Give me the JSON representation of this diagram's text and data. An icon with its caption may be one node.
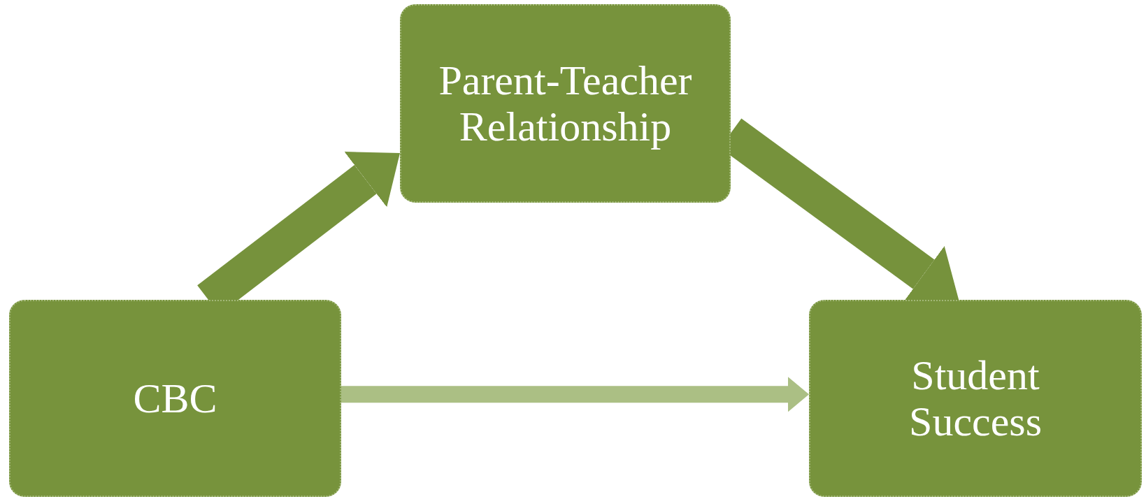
{
  "diagram": {
    "nodes": [
      {
        "text": [
          "Parent-Teacher Relationship"
        ]
      },
      {
        "text": [
          "CBC"
        ]
      },
      {
        "text": [
          "Student Success"
        ]
      }
    ],
    "edges": [
      {
        "from": 1,
        "to": 0,
        "arrow": "to"
      },
      {
        "from": 0,
        "to": 2,
        "arrow": "to"
      },
      {
        "from": 1,
        "to": 2,
        "arrow": "to",
        "color": "#abbf84"
      }
    ]
  }
}
